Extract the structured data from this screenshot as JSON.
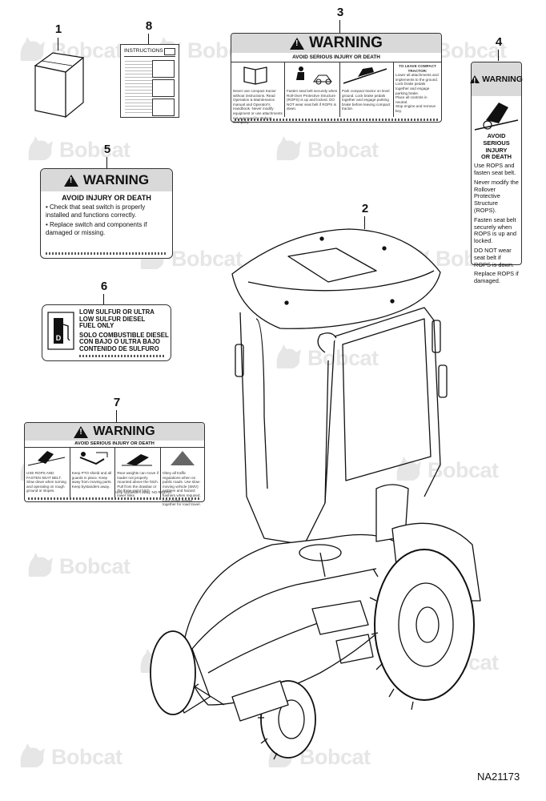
{
  "watermark": {
    "brand": "Bobcat"
  },
  "figure_id": "NA21173",
  "callouts": [
    "1",
    "2",
    "3",
    "4",
    "5",
    "6",
    "7",
    "8"
  ],
  "decal_instructions": {
    "title": "INSTRUCTIONS"
  },
  "decal_3": {
    "header": "WARNING",
    "subheader": "AVOID SERIOUS INJURY OR DEATH",
    "col1": "Never use compact tractor without instructions. Read Operation & Maintenance manual and Operator's Handbook. Never modify equipment or use attachments not approved by Bobcat Company.",
    "col2": "Fasten seat belt securely when Roll-Over Protective Structure (ROPS) is up and locked. DO NOT wear seat belt if ROPS is down.",
    "col3": "Park compact tractor on level ground. Lock brake pedals together and engage parking brake before leaving compact tractor.",
    "col4_title": "TO LEAVE COMPACT TRACTOR:",
    "col4_steps": [
      "Lower all attachments and implements to the ground.",
      "Lock brake pedals together and engage parking brake.",
      "Place all controls in neutral.",
      "Stop engine and remove key."
    ]
  },
  "decal_4": {
    "header": "WARNING",
    "lines": [
      "AVOID SERIOUS",
      "INJURY",
      "OR DEATH",
      "Use ROPS and fasten seat belt.",
      "Never modify the Rollover Protective Structure (ROPS).",
      "Fasten seat belt securely when ROPS is up and locked.",
      "DO NOT wear seat belt if ROPS is down.",
      "Replace ROPS if damaged."
    ]
  },
  "decal_5": {
    "header": "WARNING",
    "subheader": "AVOID INJURY OR DEATH",
    "bullets": [
      "Check that seat switch is properly installed and functions correctly.",
      "Replace switch and components if damaged or missing."
    ]
  },
  "decal_6": {
    "lines_en": [
      "LOW SULFUR OR ULTRA",
      "LOW SULFUR DIESEL",
      "FUEL ONLY"
    ],
    "lines_es": [
      "SOLO COMBUSTIBLE DIESEL",
      "CON BAJO O ULTRA BAJO",
      "CONTENIDO DE SULFURO"
    ]
  },
  "decal_7": {
    "header": "WARNING",
    "subheader": "AVOID SERIOUS INJURY OR DEATH",
    "col1": "USE ROPS AND FASTEN SEAT BELT. Slow down when turning and operating on rough ground or slopes.",
    "col2": "Keep PTO shield and all guards in place. Keep away from moving parts. Keep bystanders away.",
    "col3": "Rear weights can move if loader not properly mounted above the hitch. Pull from the drawbar or the three-point hitch lower links.",
    "col4": "Obey all traffic regulations when on public roads. Use slow-moving vehicle (SMV) emblem and hazard flashers when required. Lock brake pedals together for road travel.",
    "footer": "Keep bystanders away. NO RIDERS."
  },
  "colors": {
    "decal_header": "#d9d9d9",
    "line": "#111111",
    "watermark": "#444444"
  }
}
